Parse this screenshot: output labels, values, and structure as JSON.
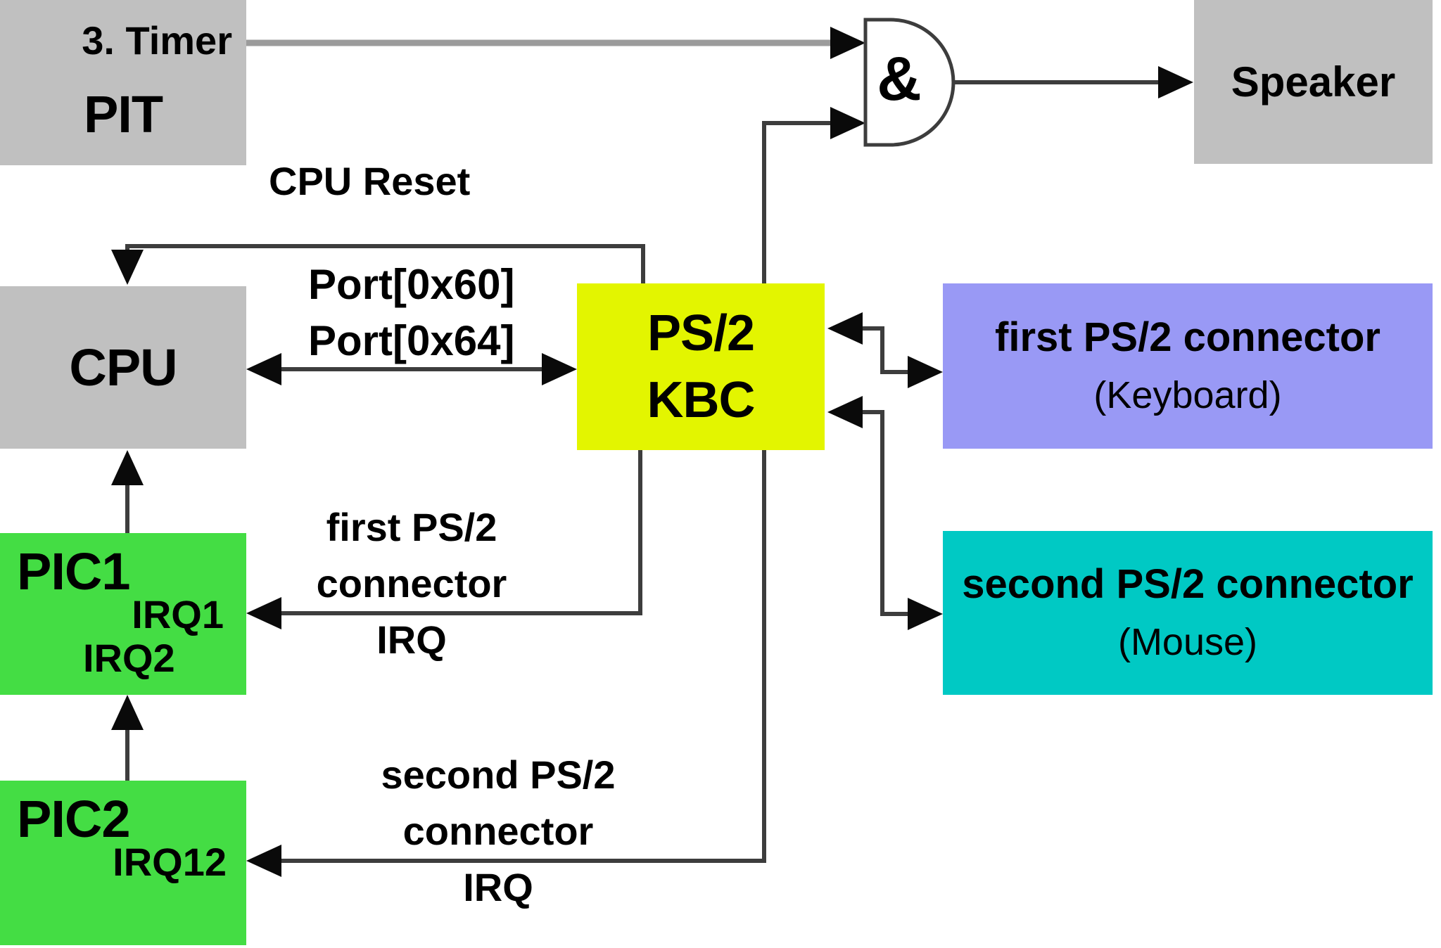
{
  "diagram": {
    "pit": {
      "pin_label": "3. Timer",
      "label": "PIT"
    },
    "speaker": {
      "label": "Speaker"
    },
    "cpu": {
      "label": "CPU"
    },
    "pic1": {
      "label": "PIC1",
      "irq1": "IRQ1",
      "irq2": "IRQ2"
    },
    "pic2": {
      "label": "PIC2",
      "irq12": "IRQ12"
    },
    "kbc": {
      "line1": "PS/2",
      "line2": "KBC"
    },
    "and_gate": {
      "symbol": "&"
    },
    "first_connector": {
      "title": "first PS/2 connector",
      "subtitle": "(Keyboard)"
    },
    "second_connector": {
      "title": "second PS/2 connector",
      "subtitle": "(Mouse)"
    },
    "labels": {
      "cpu_reset": "CPU Reset",
      "port_line1": "Port[0x60]",
      "port_line2": "Port[0x64]",
      "first_irq_line1": "first PS/2",
      "first_irq_line2": "connector",
      "first_irq_line3": "IRQ",
      "second_irq_line1": "second PS/2",
      "second_irq_line2": "connector",
      "second_irq_line3": "IRQ"
    },
    "colors": {
      "box_gray": "#c0c0c0",
      "box_green": "#44dd44",
      "box_yellow": "#e3f500",
      "box_purple": "#9999f5",
      "box_cyan": "#00c9c4",
      "line_dark": "#3d3d3d",
      "line_gray": "#9b9b9b",
      "arrow_black": "#0a0a0a",
      "text_black": "#000000"
    }
  }
}
